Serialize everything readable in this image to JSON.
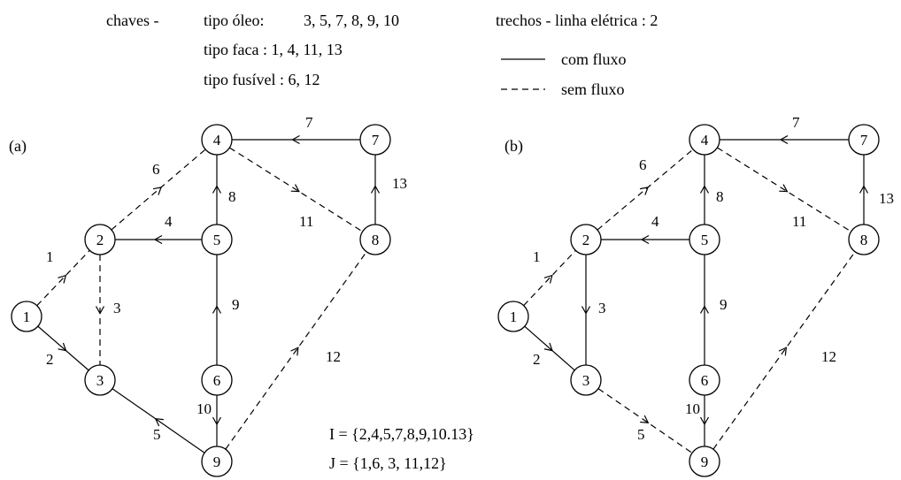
{
  "legend": {
    "chaves": "chaves -",
    "tipo_oleo_label": "tipo óleo:",
    "tipo_oleo_values": "3, 5, 7, 8, 9, 10",
    "tipo_faca": "tipo faca :  1, 4, 11, 13",
    "tipo_fusivel": "tipo fusível : 6, 12",
    "trechos": "trechos - linha elétrica : 2",
    "com_fluxo": "com fluxo",
    "sem_fluxo": "sem fluxo"
  },
  "panel_a": {
    "label": "(a)"
  },
  "panel_b": {
    "label": "(b)"
  },
  "sets": {
    "I": "I = {2,4,5,7,8,9,10.13}",
    "J": "J = {1,6, 3, 11,12}"
  },
  "nodes": [
    "1",
    "2",
    "3",
    "4",
    "5",
    "6",
    "7",
    "8",
    "9"
  ],
  "graph_a": {
    "edges": [
      {
        "id": "1",
        "from": "1",
        "to": "2",
        "dashed": true
      },
      {
        "id": "2",
        "from": "1",
        "to": "3",
        "dashed": false
      },
      {
        "id": "3",
        "from": "2",
        "to": "3",
        "dashed": true
      },
      {
        "id": "4",
        "from": "5",
        "to": "2",
        "dashed": false
      },
      {
        "id": "5",
        "from": "9",
        "to": "3",
        "dashed": false
      },
      {
        "id": "6",
        "from": "2",
        "to": "4",
        "dashed": true
      },
      {
        "id": "7",
        "from": "7",
        "to": "4",
        "dashed": false
      },
      {
        "id": "8",
        "from": "5",
        "to": "4",
        "dashed": false
      },
      {
        "id": "9",
        "from": "6",
        "to": "5",
        "dashed": false
      },
      {
        "id": "10",
        "from": "6",
        "to": "9",
        "dashed": false
      },
      {
        "id": "11",
        "from": "4",
        "to": "8",
        "dashed": true
      },
      {
        "id": "12",
        "from": "9",
        "to": "8",
        "dashed": true
      },
      {
        "id": "13",
        "from": "8",
        "to": "7",
        "dashed": false
      }
    ]
  },
  "graph_b": {
    "edges": [
      {
        "id": "1",
        "from": "1",
        "to": "2",
        "dashed": true
      },
      {
        "id": "2",
        "from": "1",
        "to": "3",
        "dashed": false
      },
      {
        "id": "3",
        "from": "2",
        "to": "3",
        "dashed": false
      },
      {
        "id": "4",
        "from": "5",
        "to": "2",
        "dashed": false
      },
      {
        "id": "5",
        "from": "3",
        "to": "9",
        "dashed": true
      },
      {
        "id": "6",
        "from": "2",
        "to": "4",
        "dashed": true
      },
      {
        "id": "7",
        "from": "7",
        "to": "4",
        "dashed": false
      },
      {
        "id": "8",
        "from": "5",
        "to": "4",
        "dashed": false
      },
      {
        "id": "9",
        "from": "6",
        "to": "5",
        "dashed": false
      },
      {
        "id": "10",
        "from": "6",
        "to": "9",
        "dashed": false
      },
      {
        "id": "11",
        "from": "4",
        "to": "8",
        "dashed": true
      },
      {
        "id": "12",
        "from": "9",
        "to": "8",
        "dashed": true
      },
      {
        "id": "13",
        "from": "8",
        "to": "7",
        "dashed": false
      }
    ]
  }
}
